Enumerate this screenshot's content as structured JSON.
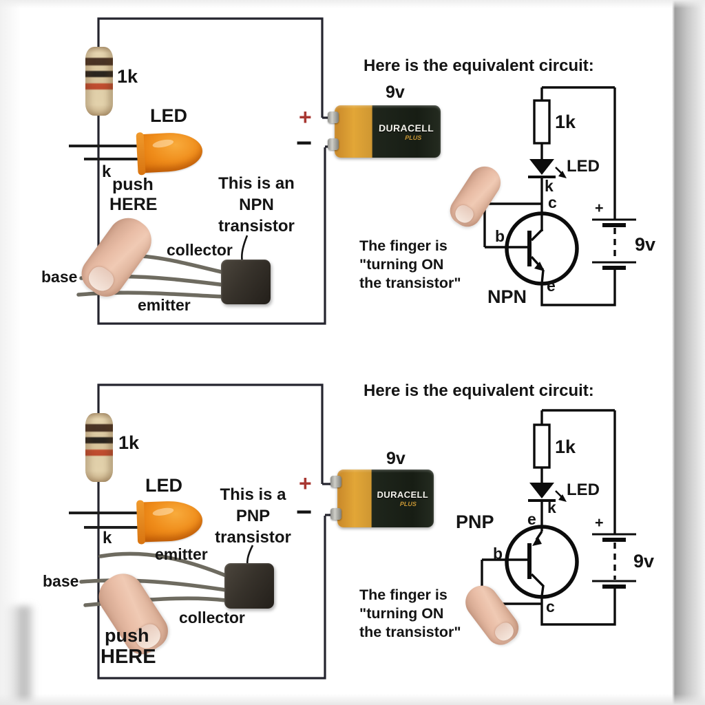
{
  "colors": {
    "plus_red": "#a83732",
    "ink": "#141414",
    "wire": "#24242e",
    "schematic": "#0c0c0c"
  },
  "panels": [
    {
      "title": "Here is the equivalent circuit:",
      "photo": {
        "resistor_value": "1k",
        "led": "LED",
        "cathode": "k",
        "push1": "push",
        "push2": "HERE",
        "base": "base",
        "collector": "collector",
        "emitter": "emitter",
        "note1": "This is an",
        "note2": "NPN",
        "note3": "transistor",
        "plus": "+",
        "minus": "−",
        "volts": "9v",
        "brand": "DURACELL",
        "brand_sub": "PLUS"
      },
      "schematic": {
        "resistor_value": "1k",
        "led": "LED",
        "k": "k",
        "c": "c",
        "b": "b",
        "e": "e",
        "device": "NPN",
        "bat_plus": "+",
        "volts": "9v",
        "finger1": "The finger is",
        "finger2": "\"turning ON",
        "finger3": "the transistor\""
      }
    },
    {
      "title": "Here is the equivalent circuit:",
      "photo": {
        "resistor_value": "1k",
        "led": "LED",
        "cathode": "k",
        "push1": "push",
        "push2": "HERE",
        "base": "base",
        "collector": "collector",
        "emitter": "emitter",
        "note1": "This is a",
        "note2": "PNP",
        "note3": "transistor",
        "plus": "+",
        "minus": "−",
        "volts": "9v",
        "brand": "DURACELL",
        "brand_sub": "PLUS"
      },
      "schematic": {
        "resistor_value": "1k",
        "led": "LED",
        "k": "k",
        "c": "c",
        "b": "b",
        "e": "e",
        "device": "PNP",
        "bat_plus": "+",
        "volts": "9v",
        "finger1": "The finger is",
        "finger2": "\"turning ON",
        "finger3": "the transistor\""
      }
    }
  ]
}
